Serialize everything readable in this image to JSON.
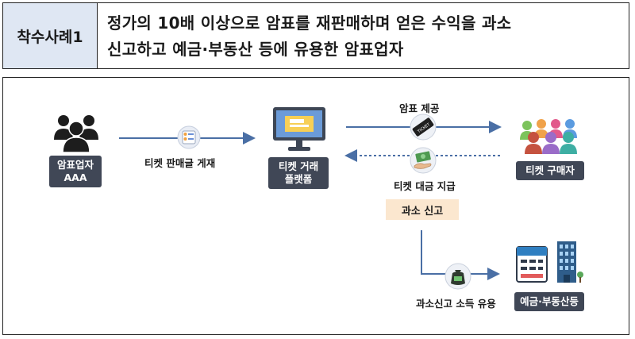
{
  "header": {
    "badge": "착수사례1",
    "title_line1": "정가의 10배 이상으로 암표를 재판매하며 얻은 수익을 과소",
    "title_line2": "신고하고 예금·부동산 등에 유용한 암표업자"
  },
  "nodes": {
    "scalper": {
      "line1": "암표업자",
      "line2": "AAA"
    },
    "platform": {
      "line1": "티켓 거래",
      "line2": "플랫폼"
    },
    "buyer": "티켓 구매자",
    "assets": "예금·부동산등"
  },
  "flows": {
    "post": "티켓 판매글 게재",
    "supply": "암표 제공",
    "payment": "티켓 대금 지급",
    "underreport": "과소 신고",
    "divert": "과소신고 소득 유용"
  },
  "icons": {
    "people": "people-group-icon",
    "monitor": "monitor-icon",
    "post": "listing-icon",
    "ticket": "ticket-icon",
    "cash": "cash-hand-icon",
    "money": "money-bag-icon",
    "buyers": "buyers-group-icon",
    "bank": "bank-book-icon",
    "building": "building-icon"
  },
  "colors": {
    "arrow": "#4a6fa5",
    "label_bg": "#404756",
    "badge_bg": "#dfe7f3",
    "report_bg": "#fbe7cf"
  }
}
